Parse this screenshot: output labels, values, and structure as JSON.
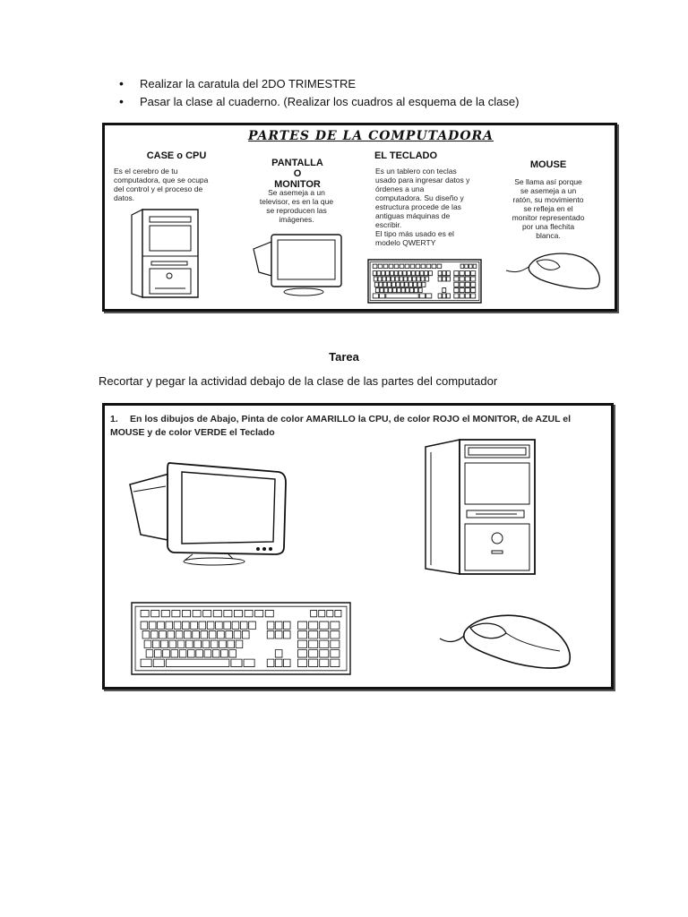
{
  "bullets": [
    "Realizar la caratula del 2DO TRIMESTRE",
    "Pasar la clase al cuaderno. (Realizar los cuadros al esquema de la clase)"
  ],
  "poster": {
    "title": "PARTES DE LA COMPUTADORA",
    "case": {
      "heading": "CASE o CPU",
      "lines": [
        "Es el cerebro de tu",
        "computadora, que se ocupa",
        "del control y el proceso de",
        "datos."
      ]
    },
    "monitor": {
      "heading_lines": [
        "PANTALLA",
        "O",
        "MONITOR"
      ],
      "lines": [
        "Se asemeja a un",
        "televisor, es en la que",
        "se reproducen las",
        "imágenes."
      ]
    },
    "keyboard": {
      "heading": "EL TECLADO",
      "lines": [
        "Es un tablero con teclas",
        "usado para ingresar datos y",
        "órdenes a una",
        "computadora. Su diseño y",
        "estructura procede de las",
        "antiguas máquinas de",
        "escribir.",
        "El tipo más usado es el",
        "modelo QWERTY"
      ]
    },
    "mouse": {
      "heading": "MOUSE",
      "lines": [
        "Se llama así porque",
        "se asemeja a un",
        "ratón, su movimiento",
        "se refleja en el",
        "monitor representado",
        "por una flechita",
        "blanca."
      ]
    }
  },
  "tarea": {
    "heading": "Tarea",
    "instruction": "Recortar y pegar la actividad debajo de la clase de las partes del computador"
  },
  "task": {
    "number": "1.",
    "text": "En los dibujos de Abajo, Pinta de color AMARILLO la CPU, de color ROJO el MONITOR, de AZUL el MOUSE y de color VERDE el Teclado"
  }
}
